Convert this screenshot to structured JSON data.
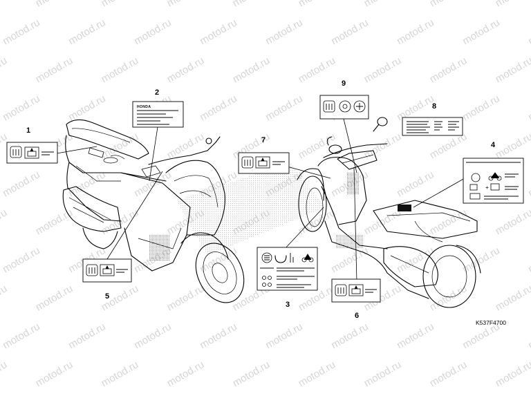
{
  "watermark": "motod.ru",
  "diagram_code": "K537F4700",
  "label_brand": "HONDA",
  "callouts": [
    "1",
    "2",
    "3",
    "4",
    "5",
    "6",
    "7",
    "8",
    "9"
  ]
}
